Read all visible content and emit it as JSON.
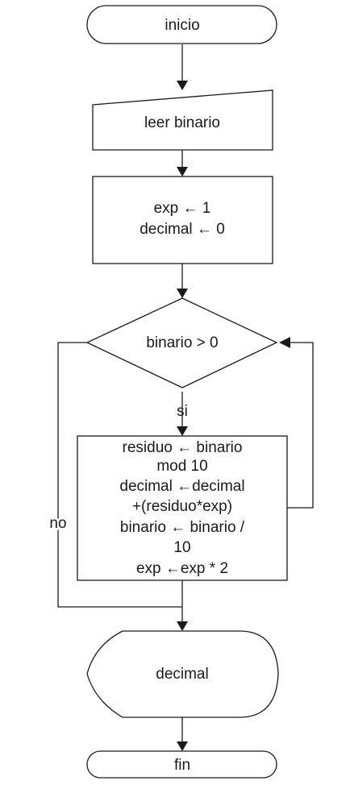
{
  "flowchart": {
    "start": {
      "label": "inicio"
    },
    "input": {
      "label": "leer binario"
    },
    "init": {
      "lines": [
        "exp ← 1",
        "decimal ← 0"
      ]
    },
    "condition": {
      "label": "binario > 0"
    },
    "branch_yes": {
      "label": "si"
    },
    "branch_no": {
      "label": "no"
    },
    "loop_body": {
      "lines": [
        "residuo ← binario",
        "mod 10",
        "decimal ←decimal",
        "+(residuo*exp)",
        "binario ← binario /",
        "10",
        "exp ←exp * 2"
      ]
    },
    "output": {
      "label": "decimal"
    },
    "end": {
      "label": "fin"
    }
  }
}
